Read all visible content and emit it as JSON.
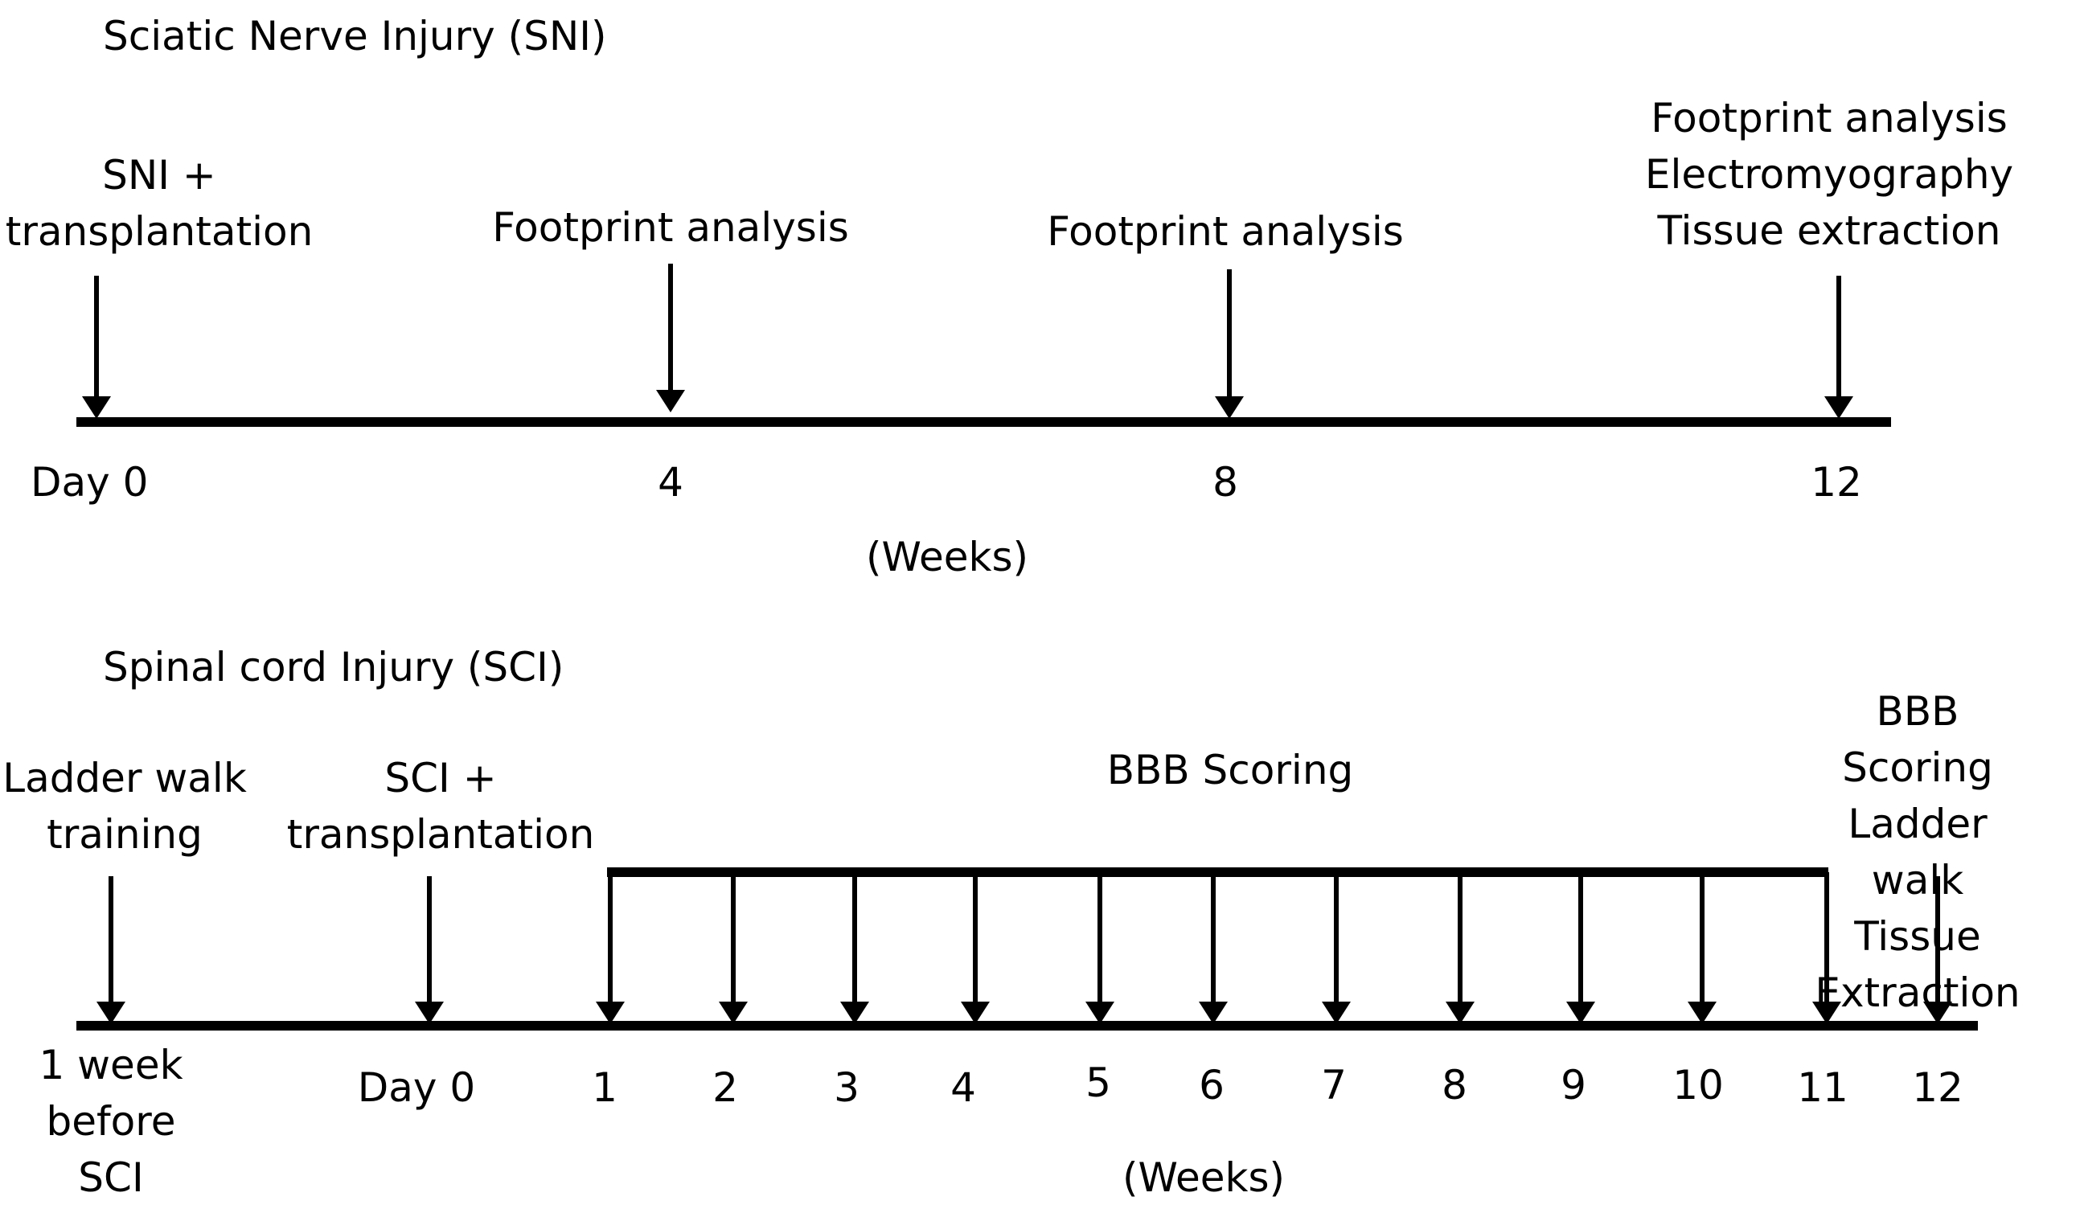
{
  "sni": {
    "title": "Sciatic Nerve Injury (SNI)",
    "events": [
      "SNI +\ntransplantation",
      "Footprint analysis",
      "Footprint analysis",
      "Footprint analysis\nElectromyography\nTissue extraction"
    ],
    "ticks": [
      "Day 0",
      "4",
      "8",
      "12"
    ],
    "unit": "(Weeks)"
  },
  "sci": {
    "title": "Spinal cord Injury  (SCI)",
    "events": [
      "Ladder walk\ntraining",
      "SCI +\ntransplantation",
      "BBB Scoring",
      "BBB Scoring\nLadder walk\nTissue Extraction"
    ],
    "ticks": [
      "1 week\nbefore\nSCI",
      "Day 0",
      "1",
      "2",
      "3",
      "4",
      "5",
      "6",
      "7",
      "8",
      "9",
      "10",
      "11",
      "12"
    ],
    "unit": "(Weeks)"
  }
}
